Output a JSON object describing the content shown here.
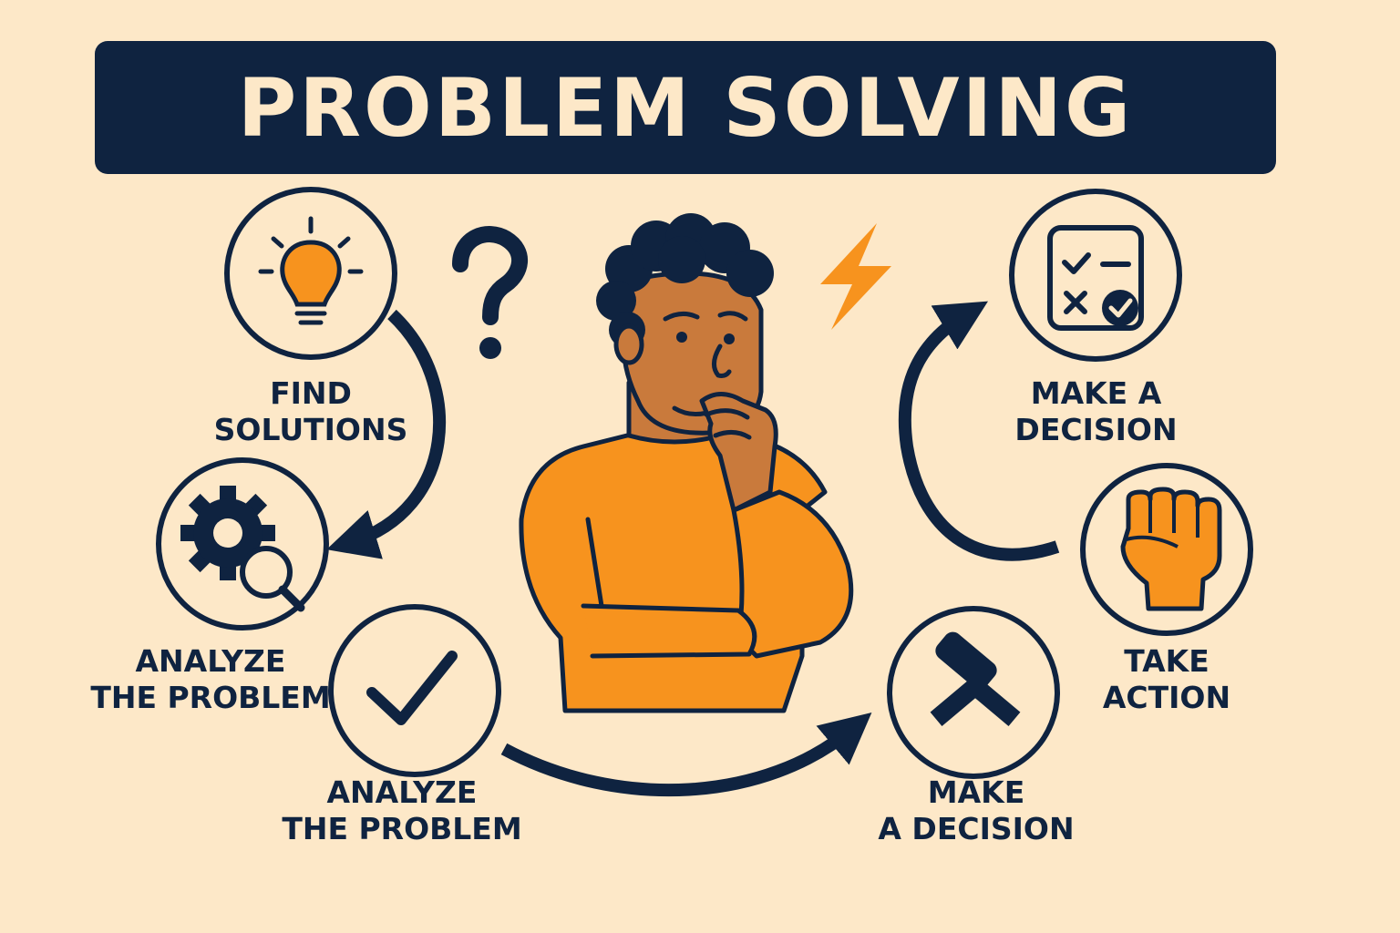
{
  "title": "PROBLEM SOLVING",
  "colors": {
    "background": "#fde8c8",
    "navy": "#0f2340",
    "orange": "#f7931e",
    "skin": "#c97a3c"
  },
  "steps": [
    {
      "icon": "lightbulb-icon",
      "line1": "FIND",
      "line2": "SOLUTIONS"
    },
    {
      "icon": "gear-magnifier-icon",
      "line1": "ANALYZE",
      "line2": "THE PROBLEM"
    },
    {
      "icon": "checkmark-icon",
      "line1": "ANALYZE",
      "line2": "THE PROBLEM"
    },
    {
      "icon": "gavel-icon",
      "line1": "MAKE",
      "line2": "A DECISION"
    },
    {
      "icon": "fist-icon",
      "line1": "TAKE",
      "line2": "ACTION"
    },
    {
      "icon": "checklist-icon",
      "line1": "MAKE A",
      "line2": "DECISION"
    }
  ],
  "decorations": [
    "question-mark-icon",
    "lightning-bolt-icon",
    "thinking-person"
  ]
}
